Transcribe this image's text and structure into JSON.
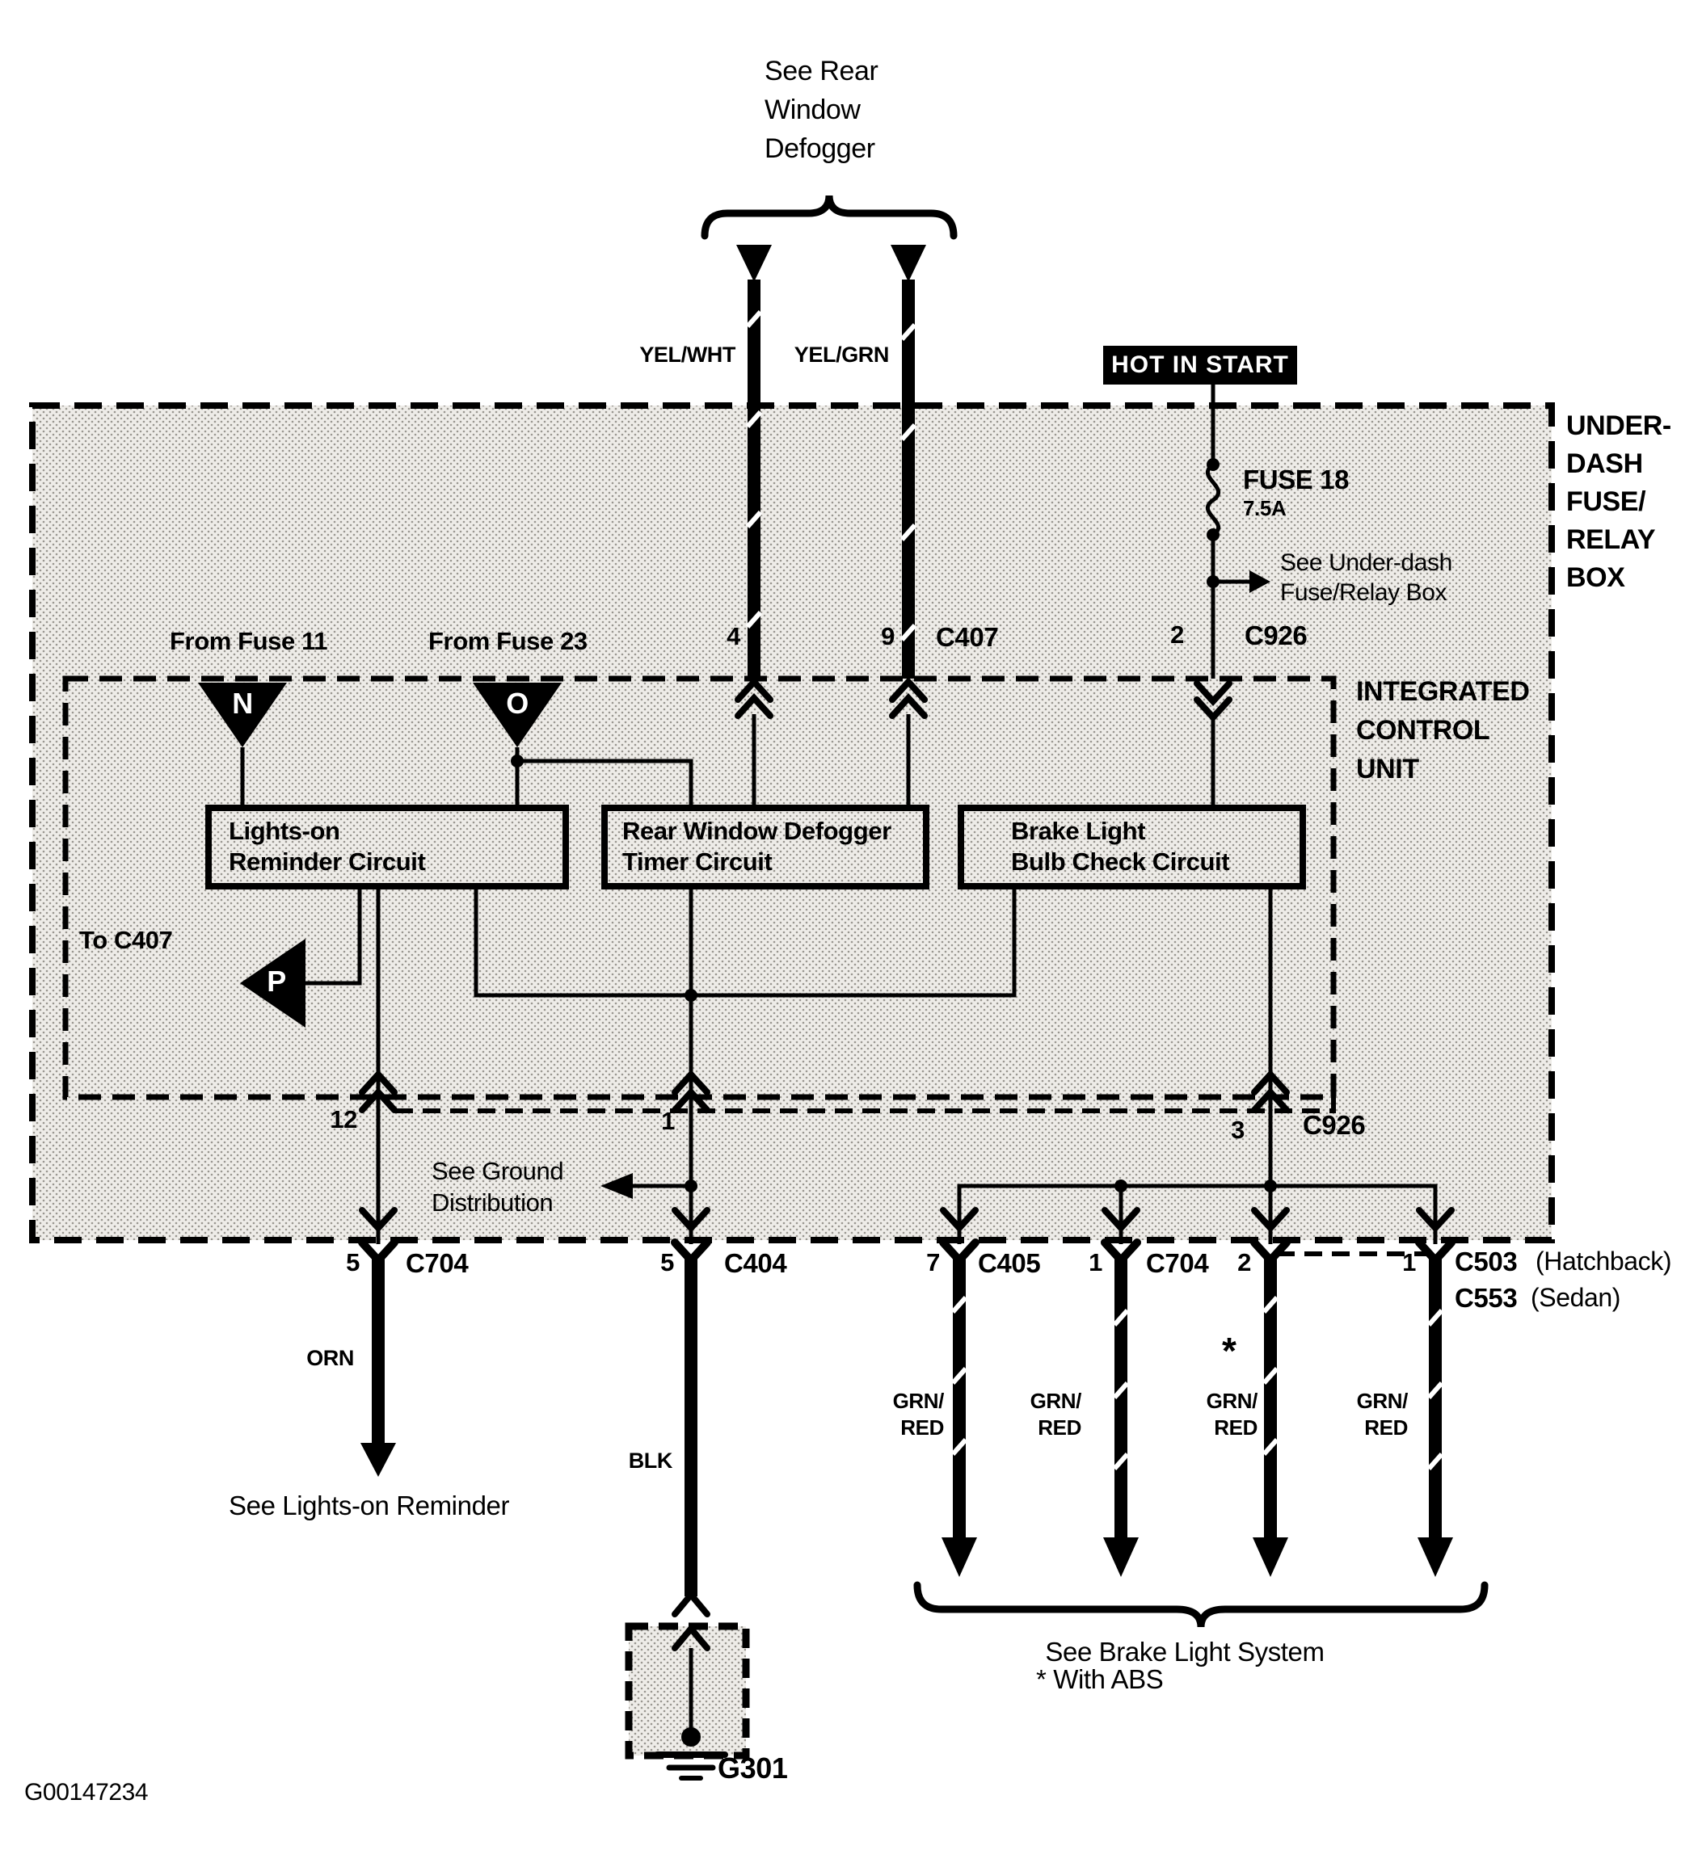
{
  "colors": {
    "background": "#ffffff",
    "line": "#000000",
    "stipple_bg": "#eeece8",
    "stipple_dot": "#999690"
  },
  "header": {
    "see_rear_window_defogger": "See Rear\nWindow\nDefogger",
    "wire_left_label": "YEL/WHT",
    "wire_right_label": "YEL/GRN",
    "hot_in_start": "HOT IN START"
  },
  "fuse_box": {
    "title": "UNDER-\nDASH\nFUSE/\nRELAY\nBOX",
    "fuse_name": "FUSE 18",
    "fuse_rating": "7.5A",
    "see_underdash": "See Under-dash\nFuse/Relay Box"
  },
  "icu": {
    "title": "INTEGRATED\nCONTROL\nUNIT",
    "from_fuse_11": "From Fuse 11",
    "from_fuse_23": "From Fuse 23",
    "triangle_n": "N",
    "triangle_o": "O",
    "triangle_p": "P",
    "to_c407": "To C407",
    "boxes": {
      "lights_on": "Lights-on\nReminder Circuit",
      "defogger_timer": "Rear Window Defogger\nTimer Circuit",
      "brake_check": "Brake Light\nBulb Check Circuit"
    }
  },
  "connectors": {
    "top": {
      "pin4": "4",
      "pin9": "9",
      "c407": "C407",
      "pin2": "2",
      "c926": "C926"
    },
    "icu_bottom": {
      "pin12": "12",
      "pin1": "1",
      "pin3": "3",
      "c926": "C926"
    },
    "bottom": [
      {
        "pin": "5",
        "name": "C704"
      },
      {
        "pin": "5",
        "name": "C404"
      },
      {
        "pin": "7",
        "name": "C405"
      },
      {
        "pin": "1",
        "name": "C704"
      },
      {
        "pin": "2",
        "name": ""
      },
      {
        "pin": "1",
        "name": ""
      }
    ],
    "c503": "C503",
    "c503_variant": "(Hatchback)",
    "c553": "C553",
    "c553_variant": "(Sedan)"
  },
  "wires": {
    "orn": "ORN",
    "blk": "BLK",
    "grn_red": [
      "GRN/\nRED",
      "GRN/\nRED",
      "GRN/\nRED",
      "GRN/\nRED"
    ]
  },
  "references": {
    "see_ground": "See Ground\nDistribution",
    "see_lights_on": "See Lights-on Reminder",
    "see_brake": "See Brake Light System",
    "asterisk": "*",
    "with_abs": "* With ABS"
  },
  "ground": {
    "g301": "G301"
  },
  "footer": {
    "figure_id": "G00147234"
  }
}
